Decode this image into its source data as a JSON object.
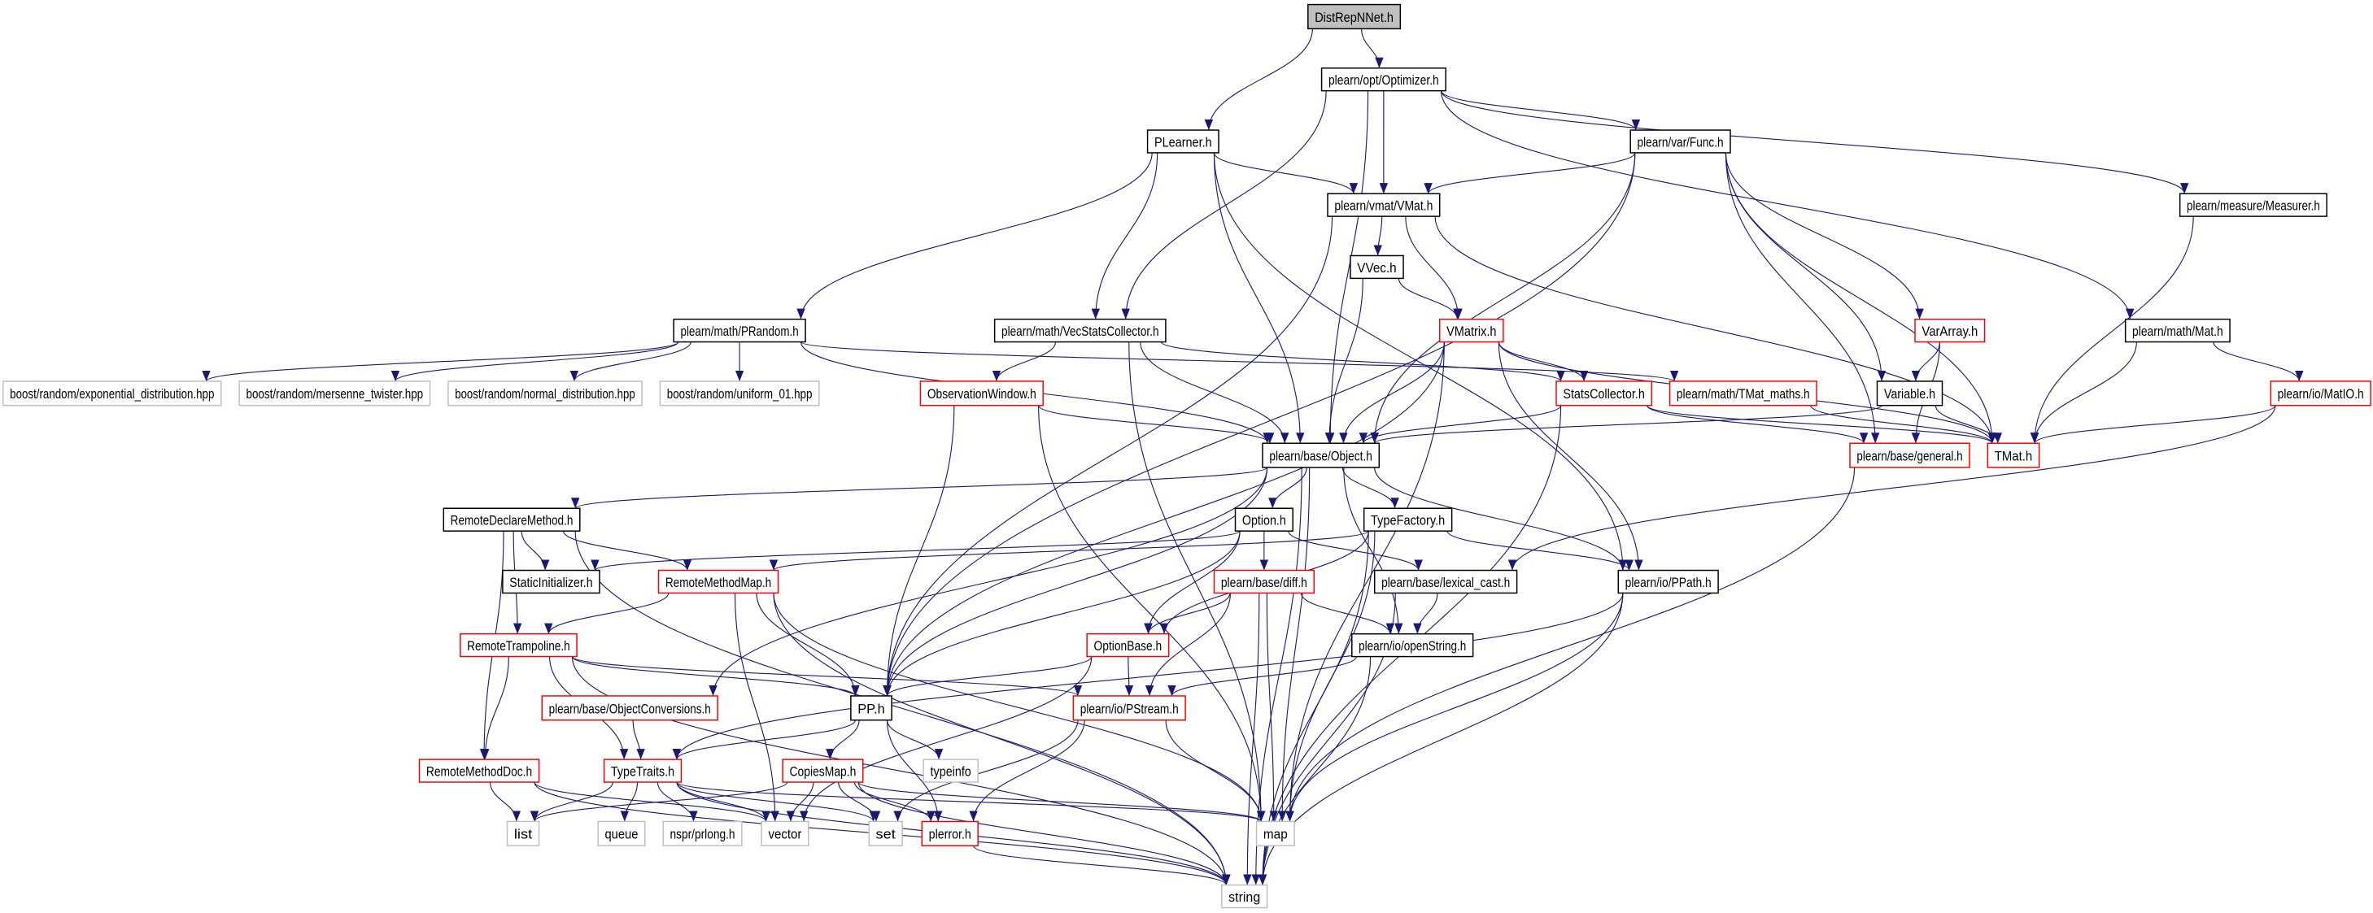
{
  "colors": {
    "edge": "#191970",
    "root_fill": "#bfbfbf",
    "red_border": "#ff0000",
    "external_border": "#bfbfbf"
  },
  "nodes": [
    {
      "id": "dist",
      "label": "DistRepNNet.h",
      "style": "root"
    },
    {
      "id": "opt",
      "label": "plearn/opt/Optimizer.h",
      "style": "normal"
    },
    {
      "id": "plearner",
      "label": "PLearner.h",
      "style": "normal"
    },
    {
      "id": "func",
      "label": "plearn/var/Func.h",
      "style": "normal"
    },
    {
      "id": "vmat",
      "label": "plearn/vmat/VMat.h",
      "style": "normal"
    },
    {
      "id": "measurer",
      "label": "plearn/measure/Measurer.h",
      "style": "normal"
    },
    {
      "id": "vvec",
      "label": "VVec.h",
      "style": "normal"
    },
    {
      "id": "prandom",
      "label": "plearn/math/PRandom.h",
      "style": "normal"
    },
    {
      "id": "vecstats",
      "label": "plearn/math/VecStatsCollector.h",
      "style": "normal"
    },
    {
      "id": "vmatrix",
      "label": "VMatrix.h",
      "style": "red"
    },
    {
      "id": "vararray",
      "label": "VarArray.h",
      "style": "red"
    },
    {
      "id": "mat",
      "label": "plearn/math/Mat.h",
      "style": "normal"
    },
    {
      "id": "bexp",
      "label": "boost/random/exponential_distribution.hpp",
      "style": "external"
    },
    {
      "id": "bmer",
      "label": "boost/random/mersenne_twister.hpp",
      "style": "external"
    },
    {
      "id": "bnorm",
      "label": "boost/random/normal_distribution.hpp",
      "style": "external"
    },
    {
      "id": "bunif",
      "label": "boost/random/uniform_01.hpp",
      "style": "external"
    },
    {
      "id": "obswin",
      "label": "ObservationWindow.h",
      "style": "red"
    },
    {
      "id": "stats",
      "label": "StatsCollector.h",
      "style": "red"
    },
    {
      "id": "tmatmaths",
      "label": "plearn/math/TMat_maths.h",
      "style": "red"
    },
    {
      "id": "variable",
      "label": "Variable.h",
      "style": "normal"
    },
    {
      "id": "matio",
      "label": "plearn/io/MatIO.h",
      "style": "red"
    },
    {
      "id": "object",
      "label": "plearn/base/Object.h",
      "style": "normal"
    },
    {
      "id": "general",
      "label": "plearn/base/general.h",
      "style": "red"
    },
    {
      "id": "tmat",
      "label": "TMat.h",
      "style": "red"
    },
    {
      "id": "rdm",
      "label": "RemoteDeclareMethod.h",
      "style": "normal"
    },
    {
      "id": "option",
      "label": "Option.h",
      "style": "normal"
    },
    {
      "id": "typefactory",
      "label": "TypeFactory.h",
      "style": "normal"
    },
    {
      "id": "staticinit",
      "label": "StaticInitializer.h",
      "style": "normal"
    },
    {
      "id": "rmm",
      "label": "RemoteMethodMap.h",
      "style": "red"
    },
    {
      "id": "diff",
      "label": "plearn/base/diff.h",
      "style": "red"
    },
    {
      "id": "lexcast",
      "label": "plearn/base/lexical_cast.h",
      "style": "normal"
    },
    {
      "id": "ppath",
      "label": "plearn/io/PPath.h",
      "style": "normal"
    },
    {
      "id": "rtramp",
      "label": "RemoteTrampoline.h",
      "style": "red"
    },
    {
      "id": "optionbase",
      "label": "OptionBase.h",
      "style": "red"
    },
    {
      "id": "openstring",
      "label": "plearn/io/openString.h",
      "style": "normal"
    },
    {
      "id": "objconv",
      "label": "plearn/base/ObjectConversions.h",
      "style": "red"
    },
    {
      "id": "pp",
      "label": "PP.h",
      "style": "normal"
    },
    {
      "id": "pstream",
      "label": "plearn/io/PStream.h",
      "style": "red"
    },
    {
      "id": "rmdoc",
      "label": "RemoteMethodDoc.h",
      "style": "red"
    },
    {
      "id": "typetraits",
      "label": "TypeTraits.h",
      "style": "red"
    },
    {
      "id": "copiesmap",
      "label": "CopiesMap.h",
      "style": "red"
    },
    {
      "id": "typeinfo",
      "label": "typeinfo",
      "style": "external"
    },
    {
      "id": "list",
      "label": "list",
      "style": "external"
    },
    {
      "id": "queue",
      "label": "queue",
      "style": "external"
    },
    {
      "id": "nspr",
      "label": "nspr/prlong.h",
      "style": "external"
    },
    {
      "id": "vector",
      "label": "vector",
      "style": "external"
    },
    {
      "id": "set",
      "label": "set",
      "style": "external"
    },
    {
      "id": "plerror",
      "label": "plerror.h",
      "style": "red"
    },
    {
      "id": "map",
      "label": "map",
      "style": "external"
    },
    {
      "id": "string",
      "label": "string",
      "style": "external"
    }
  ],
  "edges": [
    [
      "dist",
      "opt"
    ],
    [
      "dist",
      "plearner"
    ],
    [
      "opt",
      "vecstats"
    ],
    [
      "opt",
      "object"
    ],
    [
      "opt",
      "vmat"
    ],
    [
      "opt",
      "func"
    ],
    [
      "opt",
      "measurer"
    ],
    [
      "opt",
      "mat"
    ],
    [
      "plearner",
      "prandom"
    ],
    [
      "plearner",
      "vecstats"
    ],
    [
      "plearner",
      "object"
    ],
    [
      "plearner",
      "vmat"
    ],
    [
      "plearner",
      "ppath"
    ],
    [
      "func",
      "vmat"
    ],
    [
      "func",
      "pp"
    ],
    [
      "func",
      "object"
    ],
    [
      "func",
      "variable"
    ],
    [
      "func",
      "vararray"
    ],
    [
      "func",
      "general"
    ],
    [
      "func",
      "tmat"
    ],
    [
      "vmat",
      "vvec"
    ],
    [
      "vmat",
      "vmatrix"
    ],
    [
      "vmat",
      "pp"
    ],
    [
      "vmat",
      "tmat"
    ],
    [
      "measurer",
      "tmat"
    ],
    [
      "vvec",
      "object"
    ],
    [
      "vvec",
      "vmatrix"
    ],
    [
      "prandom",
      "bexp"
    ],
    [
      "prandom",
      "bmer"
    ],
    [
      "prandom",
      "bnorm"
    ],
    [
      "prandom",
      "bunif"
    ],
    [
      "prandom",
      "object"
    ],
    [
      "prandom",
      "tmatmaths"
    ],
    [
      "vecstats",
      "obswin"
    ],
    [
      "vecstats",
      "object"
    ],
    [
      "vecstats",
      "stats"
    ],
    [
      "vecstats",
      "map"
    ],
    [
      "vmatrix",
      "object"
    ],
    [
      "vmatrix",
      "stats"
    ],
    [
      "vmatrix",
      "ppath"
    ],
    [
      "vmatrix",
      "map"
    ],
    [
      "vmatrix",
      "tmat"
    ],
    [
      "vmatrix",
      "pp"
    ],
    [
      "vararray",
      "variable"
    ],
    [
      "vararray",
      "general"
    ],
    [
      "mat",
      "tmat"
    ],
    [
      "mat",
      "matio"
    ],
    [
      "obswin",
      "object"
    ],
    [
      "obswin",
      "pp"
    ],
    [
      "obswin",
      "map"
    ],
    [
      "stats",
      "object"
    ],
    [
      "stats",
      "general"
    ],
    [
      "stats",
      "tmat"
    ],
    [
      "stats",
      "string"
    ],
    [
      "tmatmaths",
      "tmat"
    ],
    [
      "variable",
      "object"
    ],
    [
      "variable",
      "tmat"
    ],
    [
      "matio",
      "tmat"
    ],
    [
      "matio",
      "lexcast"
    ],
    [
      "general",
      "map"
    ],
    [
      "object",
      "rdm"
    ],
    [
      "object",
      "option"
    ],
    [
      "object",
      "typefactory"
    ],
    [
      "object",
      "pp"
    ],
    [
      "object",
      "ppath"
    ],
    [
      "object",
      "openstring"
    ],
    [
      "object",
      "map"
    ],
    [
      "object",
      "string"
    ],
    [
      "object",
      "objconv"
    ],
    [
      "option",
      "staticinit"
    ],
    [
      "option",
      "optionbase"
    ],
    [
      "option",
      "diff"
    ],
    [
      "option",
      "lexcast"
    ],
    [
      "option",
      "pp"
    ],
    [
      "rdm",
      "staticinit"
    ],
    [
      "rdm",
      "rmm"
    ],
    [
      "rdm",
      "rtramp"
    ],
    [
      "rdm",
      "rmdoc"
    ],
    [
      "rdm",
      "string"
    ],
    [
      "typefactory",
      "optionbase"
    ],
    [
      "typefactory",
      "ppath"
    ],
    [
      "typefactory",
      "map"
    ],
    [
      "typefactory",
      "string"
    ],
    [
      "typefactory",
      "rmm"
    ],
    [
      "rmm",
      "rtramp"
    ],
    [
      "rmm",
      "pp"
    ],
    [
      "rmm",
      "vector"
    ],
    [
      "rmm",
      "map"
    ],
    [
      "rmm",
      "string"
    ],
    [
      "diff",
      "optionbase"
    ],
    [
      "diff",
      "openstring"
    ],
    [
      "diff",
      "pstream"
    ],
    [
      "diff",
      "map"
    ],
    [
      "diff",
      "string"
    ],
    [
      "lexcast",
      "openstring"
    ],
    [
      "lexcast",
      "string"
    ],
    [
      "ppath",
      "map"
    ],
    [
      "ppath",
      "string"
    ],
    [
      "ppath",
      "typetraits"
    ],
    [
      "rtramp",
      "pp"
    ],
    [
      "rtramp",
      "pstream"
    ],
    [
      "rtramp",
      "typetraits"
    ],
    [
      "rtramp",
      "rmdoc"
    ],
    [
      "rtramp",
      "string"
    ],
    [
      "optionbase",
      "pp"
    ],
    [
      "optionbase",
      "pstream"
    ],
    [
      "optionbase",
      "vector"
    ],
    [
      "openstring",
      "pstream"
    ],
    [
      "openstring",
      "string"
    ],
    [
      "objconv",
      "typetraits"
    ],
    [
      "pp",
      "typetraits"
    ],
    [
      "pp",
      "copiesmap"
    ],
    [
      "pp",
      "typeinfo"
    ],
    [
      "pp",
      "plerror"
    ],
    [
      "pstream",
      "set"
    ],
    [
      "pstream",
      "plerror"
    ],
    [
      "pstream",
      "map"
    ],
    [
      "rmdoc",
      "list"
    ],
    [
      "rmdoc",
      "vector"
    ],
    [
      "rmdoc",
      "string"
    ],
    [
      "typetraits",
      "list"
    ],
    [
      "typetraits",
      "queue"
    ],
    [
      "typetraits",
      "nspr"
    ],
    [
      "typetraits",
      "vector"
    ],
    [
      "typetraits",
      "set"
    ],
    [
      "typetraits",
      "map"
    ],
    [
      "typetraits",
      "string"
    ],
    [
      "copiesmap",
      "list"
    ],
    [
      "copiesmap",
      "vector"
    ],
    [
      "copiesmap",
      "set"
    ],
    [
      "copiesmap",
      "plerror"
    ],
    [
      "copiesmap",
      "map"
    ],
    [
      "copiesmap",
      "string"
    ],
    [
      "plerror",
      "string"
    ]
  ]
}
